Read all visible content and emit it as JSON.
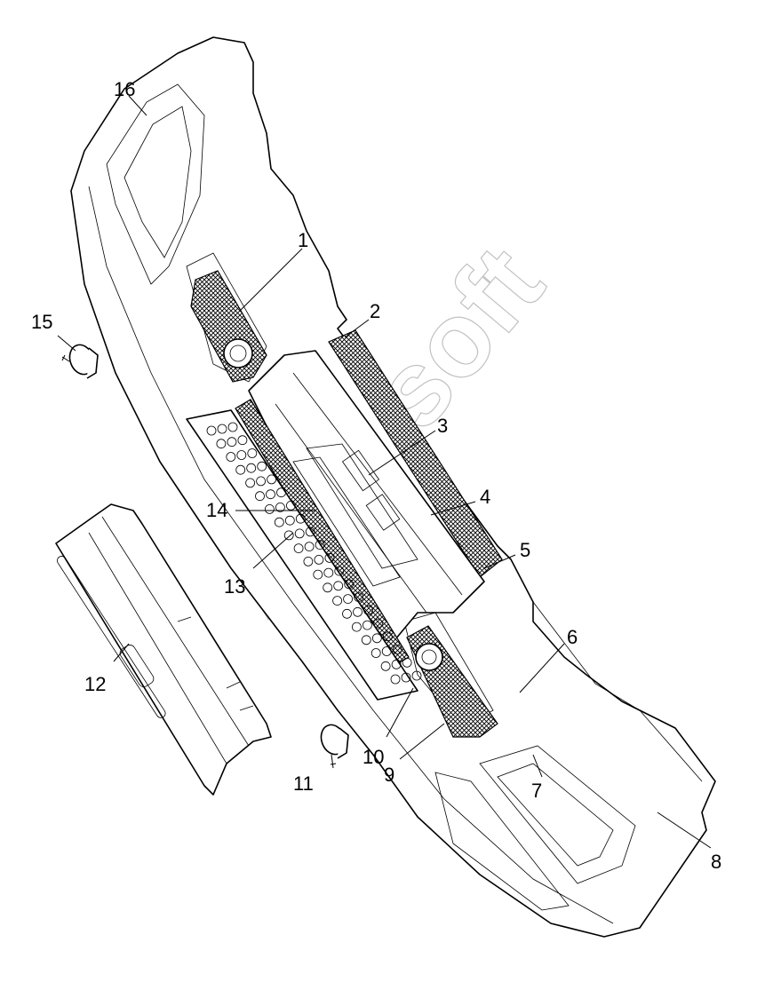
{
  "watermark": "Autosoft",
  "callouts": [
    {
      "id": "callout-1",
      "number": "1"
    },
    {
      "id": "callout-2",
      "number": "2"
    },
    {
      "id": "callout-3",
      "number": "3"
    },
    {
      "id": "callout-4",
      "number": "4"
    },
    {
      "id": "callout-5",
      "number": "5"
    },
    {
      "id": "callout-6",
      "number": "6"
    },
    {
      "id": "callout-7",
      "number": "7"
    },
    {
      "id": "callout-8",
      "number": "8"
    },
    {
      "id": "callout-9",
      "number": "9"
    },
    {
      "id": "callout-10",
      "number": "10"
    },
    {
      "id": "callout-11",
      "number": "11"
    },
    {
      "id": "callout-12",
      "number": "12"
    },
    {
      "id": "callout-13",
      "number": "13"
    },
    {
      "id": "callout-14",
      "number": "14"
    },
    {
      "id": "callout-15",
      "number": "15"
    },
    {
      "id": "callout-16",
      "number": "16"
    }
  ]
}
